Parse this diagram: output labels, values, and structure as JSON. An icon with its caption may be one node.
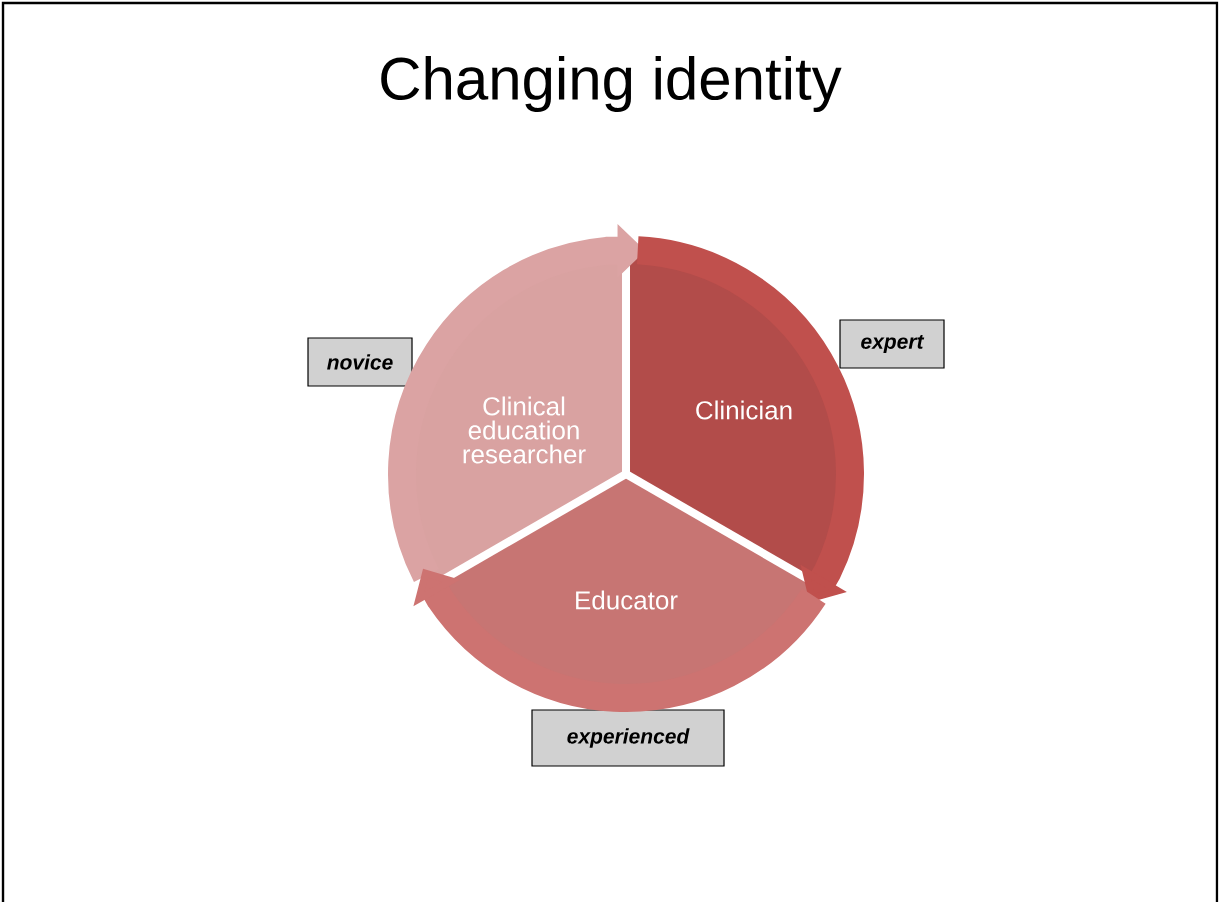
{
  "diagram": {
    "title": "Changing identity",
    "nodes": [
      {
        "text": [
          "Clinician"
        ]
      },
      {
        "text": [
          "Educator"
        ]
      },
      {
        "text": [
          "Clinical education researcher"
        ]
      },
      {
        "text": [
          "novice"
        ]
      },
      {
        "text": [
          "expert"
        ]
      },
      {
        "text": [
          "experienced"
        ]
      }
    ],
    "edges": [
      {
        "from": 2,
        "to": 0,
        "arrow": "to",
        "color": "#dba3a3"
      },
      {
        "from": 0,
        "to": 1,
        "arrow": "to",
        "color": "#c0504d"
      },
      {
        "from": 1,
        "to": 2,
        "arrow": "to",
        "color": "#cd7371"
      }
    ]
  }
}
